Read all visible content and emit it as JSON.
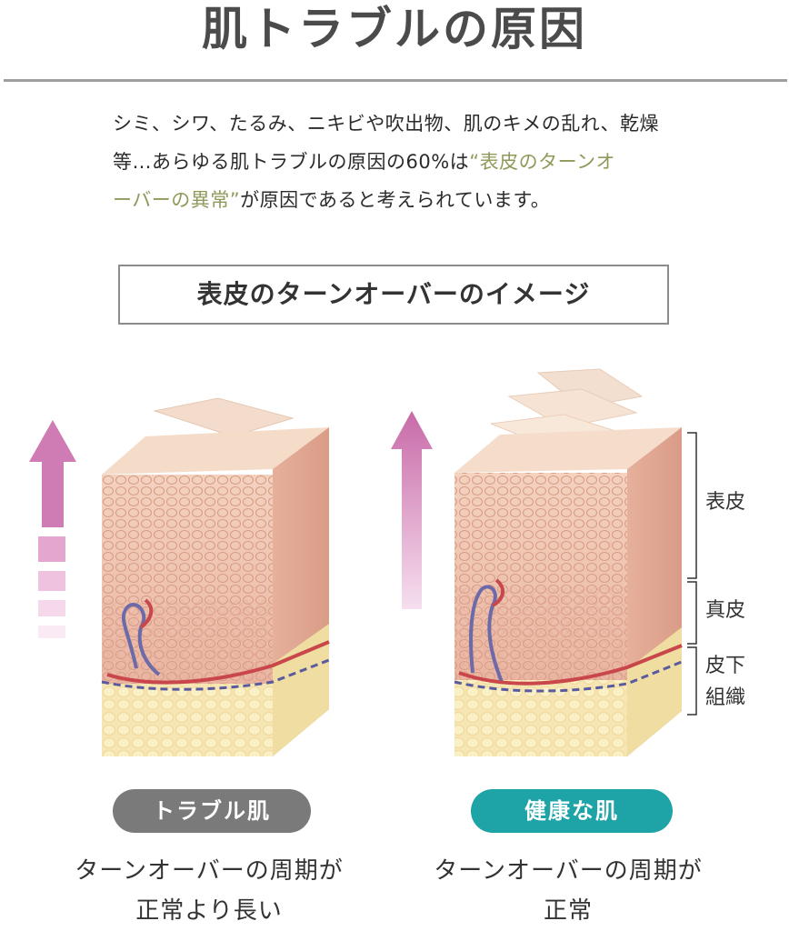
{
  "heading": "肌トラブルの原因",
  "intro": {
    "line1": "シミ、シワ、たるみ、ニキビや吹出物、肌のキメの乱れ、乾燥",
    "line2_a": "等…あらゆる肌トラブルの原因の60%は",
    "line2_b": "“表皮のターンオ",
    "line3_a": "ーバーの異常”",
    "line3_b": "が原因であると考えられています。",
    "highlight_color": "#8f9a5a"
  },
  "section_title": "表皮のターンオーバーのイメージ",
  "layers": {
    "epidermis": "表皮",
    "dermis": "真皮",
    "subcutaneous_1": "皮下",
    "subcutaneous_2": "組織"
  },
  "trouble": {
    "badge": "トラブル肌",
    "caption_1": "ターンオーバーの周期が",
    "caption_2": "正常より長い",
    "badge_color": "#7a7a7a"
  },
  "healthy": {
    "badge": "健康な肌",
    "caption_1": "ターンオーバーの周期が",
    "caption_2": "正常",
    "badge_color": "#1ea3a6"
  },
  "icons": {
    "left_arrow": "up-arrow-icon",
    "right_arrow": "up-arrow-icon"
  }
}
